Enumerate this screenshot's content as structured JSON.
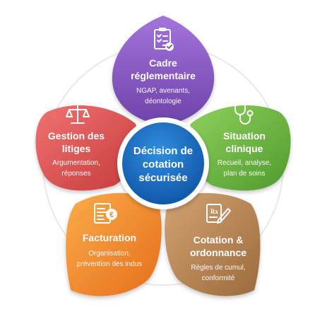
{
  "center": {
    "line1": "Décision de",
    "line2": "cotation",
    "line3": "sécurisée"
  },
  "petals": {
    "cadre": {
      "title1": "Cadre",
      "title2": "réglementaire",
      "sub1": "NGAP, avenants,",
      "sub2": "déontologie",
      "icon": "clipboard-checklist-icon",
      "color": "#8a5bc4"
    },
    "clinique": {
      "title1": "Situation",
      "title2": "clinique",
      "sub1": "Recueil, analyse,",
      "sub2": "plan de soins",
      "icon": "stethoscope-icon",
      "color": "#6ab744"
    },
    "cotation": {
      "title1": "Cotation &",
      "title2": "ordonnance",
      "sub1": "Règles de cumul,",
      "sub2": "conformité",
      "icon": "prescription-icon",
      "color": "#b98752"
    },
    "facturation": {
      "title1": "Facturation",
      "sub1": "Organisation,",
      "sub2": "prévention des indus",
      "icon": "invoice-euro-icon",
      "color": "#f28a2e"
    },
    "litiges": {
      "title1": "Gestion des",
      "title2": "litiges",
      "sub1": "Argumentation,",
      "sub2": "réponses",
      "icon": "scales-icon",
      "color": "#dc4f4f"
    }
  }
}
